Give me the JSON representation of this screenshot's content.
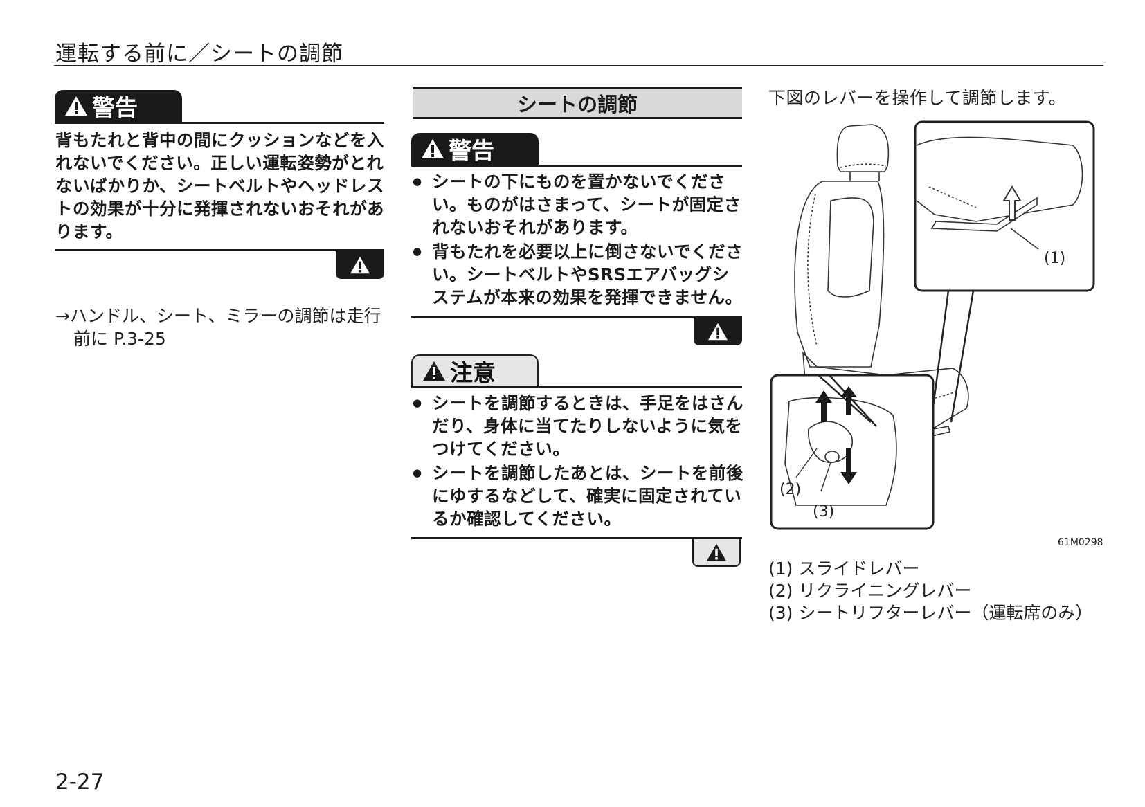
{
  "header": {
    "title": "運転する前に／シートの調節"
  },
  "left_warning": {
    "label": "警告",
    "text": "背もたれと背中の間にクッションなどを入れないでください。正しい運転姿勢がとれないばかりか、シートベルトやヘッドレストの効果が十分に発揮されないおそれがあります。"
  },
  "reference": {
    "line1": "→ハンドル、シート、ミラーの調節は走行",
    "line2_prefix": "前に P.",
    "line2_page": "3-25"
  },
  "section": {
    "title": "シートの調節"
  },
  "middle_warning": {
    "label": "警告",
    "items": [
      "シートの下にものを置かないでください。ものがはさまって、シートが固定されないおそれがあります。",
      "背もたれを必要以上に倒さないでください。シートベルトやSRSエアバッグシステムが本来の効果を発揮できません。"
    ]
  },
  "caution": {
    "label": "注意",
    "items": [
      "シートを調節するときは、手足をはさんだり、身体に当てたりしないように気をつけてください。",
      "シートを調節したあとは、シートを前後にゆするなどして、確実に固定されているか確認してください。"
    ]
  },
  "figure": {
    "intro": "下図のレバーを操作して調節します。",
    "callout_1": "(1)",
    "callout_2": "(2)",
    "callout_3": "(3)",
    "code": "61M0298",
    "legend": [
      "(1) スライドレバー",
      "(2) リクライニングレバー",
      "(3) シートリフターレバー（運転席のみ）"
    ]
  },
  "page_number": "2-27",
  "icons": [
    "warning-triangle-icon"
  ],
  "colors": {
    "ink": "#1a1a1a",
    "section_fill": "#d9d9d9",
    "caution_fill": "#e6e6e6"
  }
}
